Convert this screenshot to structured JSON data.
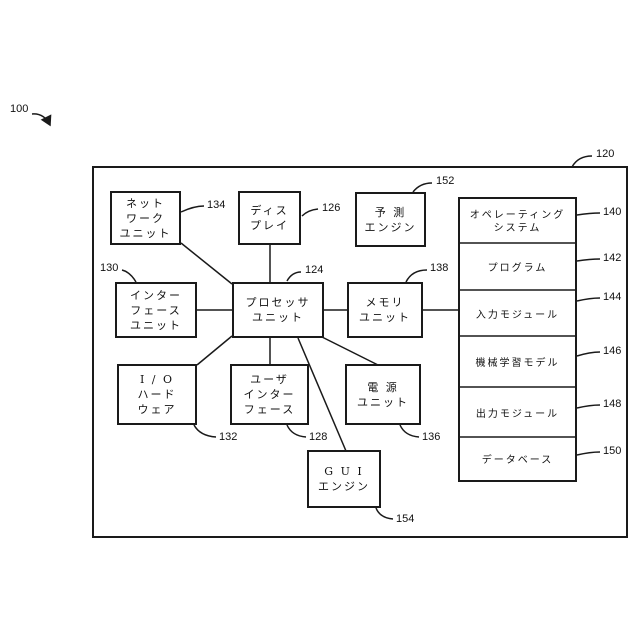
{
  "figure_ref": "100",
  "main_frame": {
    "ref": "120"
  },
  "boxes": {
    "network_unit": {
      "ref": "134",
      "label": "ネット\nワーク\nユニット"
    },
    "display": {
      "ref": "126",
      "label": "ディス\nプレイ"
    },
    "prediction_engine": {
      "ref": "152",
      "label": "予 測\nエンジン"
    },
    "interface_unit": {
      "ref": "130",
      "label": "インター\nフェース\nユニット"
    },
    "processor_unit": {
      "ref": "124",
      "label": "プロセッサ\nユニット"
    },
    "memory_unit": {
      "ref": "138",
      "label": "メモリ\nユニット"
    },
    "io_hardware": {
      "ref": "132",
      "label": "I / O\nハード\nウェア"
    },
    "user_interface": {
      "ref": "128",
      "label": "ユーザ\nインター\nフェース"
    },
    "power_unit": {
      "ref": "136",
      "label": "電 源\nユニット"
    },
    "gui_engine": {
      "ref": "154",
      "label": "G U I\nエンジン"
    }
  },
  "memory_stack": [
    {
      "ref": "140",
      "label": "オペレーティング\nシステム"
    },
    {
      "ref": "142",
      "label": "プログラム"
    },
    {
      "ref": "144",
      "label": "入力モジュール"
    },
    {
      "ref": "146",
      "label": "機械学習モデル"
    },
    {
      "ref": "148",
      "label": "出力モジュール"
    },
    {
      "ref": "150",
      "label": "データベース"
    }
  ]
}
